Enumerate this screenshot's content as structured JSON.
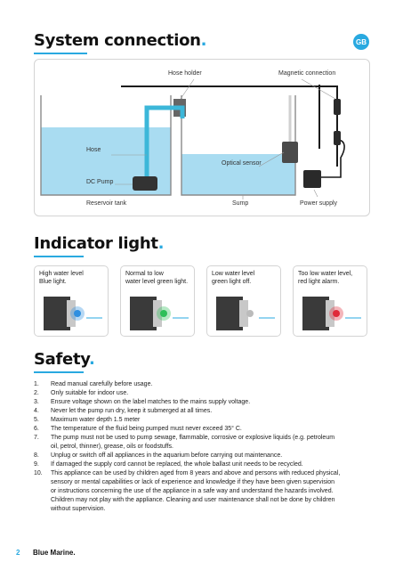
{
  "language_badge": "GB",
  "system_connection": {
    "title": "System connection",
    "title_dot": ".",
    "labels": {
      "hose_holder": "Hose holder",
      "magnetic_connection": "Magnetic connection",
      "hose": "Hose",
      "optical_sensor": "Optical sensor",
      "dc_pump": "DC Pump",
      "reservoir_tank": "Reservoir tank",
      "sump": "Sump",
      "power_supply": "Power supply"
    }
  },
  "indicator_light": {
    "title": "Indicator light",
    "title_dot": ".",
    "cards": [
      {
        "text": "High water level\nBlue light.",
        "light_color": "#2f8fe0"
      },
      {
        "text": "Normal to low\nwater level green light.",
        "light_color": "#2fbf5a"
      },
      {
        "text": "Low water level\ngreen light off.",
        "light_color": "none"
      },
      {
        "text": "Too low water level,\nred light alarm.",
        "light_color": "#e02a3a"
      }
    ]
  },
  "safety": {
    "title": "Safety",
    "title_dot": ".",
    "items": [
      {
        "num": "1.",
        "text": "Read manual carefully before usage."
      },
      {
        "num": "2.",
        "text": "Only suitable for indoor use."
      },
      {
        "num": "3.",
        "text": "Ensure voltage shown on the label matches to the mains supply voltage."
      },
      {
        "num": "4.",
        "text": "Never let the pump run dry, keep it submerged at all times."
      },
      {
        "num": "5.",
        "text": "Maximum water depth 1.5 meter"
      },
      {
        "num": "6.",
        "text": "The temperature of the fluid being pumped must never exceed 35° C."
      },
      {
        "num": "7.",
        "text": "The pump must not be used to pump sewage, flammable, corrosive or explosive liquids (e.g. petroleum oil, petrol, thinner), grease, oils or foodstuffs."
      },
      {
        "num": "8.",
        "text": "Unplug or switch off all appliances in the aquarium before carrying out maintenance."
      },
      {
        "num": "9.",
        "text": "If damaged the supply cord cannot be replaced, the whole ballast unit needs to be recycled."
      },
      {
        "num": "10.",
        "text": "This appliance can be used by children aged from 8 years and above and persons with reduced physical, sensory or mental capabilities or lack of experience and knowledge if they have been given supervision or instructions concerning the use of the appliance in a safe way and understand the hazards involved. Children may not play with the appliance. Cleaning and user maintenance shall not be done by children without supervision."
      }
    ]
  },
  "footer": {
    "page_number": "2",
    "brand": "Blue Marine."
  },
  "colors": {
    "accent": "#29a9e0",
    "water": "#a9dcf1",
    "hose": "#3cb7d9"
  }
}
